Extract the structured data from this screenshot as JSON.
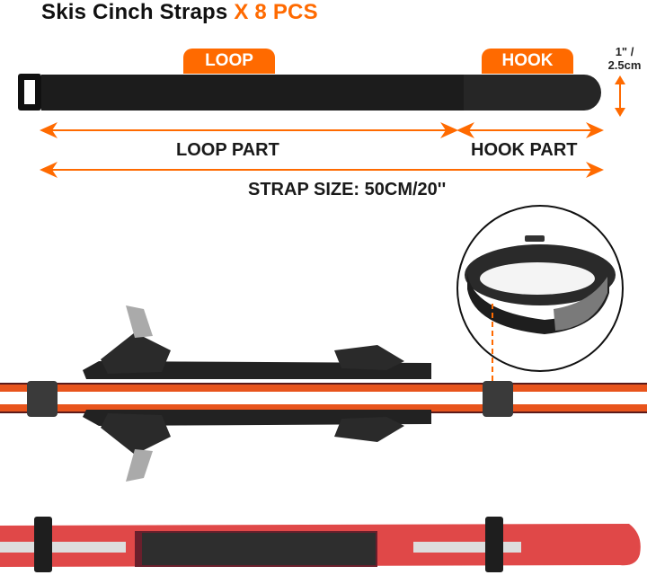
{
  "title": {
    "main": "Skis Cinch Straps",
    "accent": "X 8 PCS"
  },
  "colors": {
    "accent": "#ff6a00",
    "strap": "#1b1b1b",
    "text": "#1a1a1a"
  },
  "strap_diagram": {
    "loop_tag": "LOOP",
    "hook_tag": "HOOK",
    "width_label_line1": "1\" /",
    "width_label_line2": "2.5cm",
    "loop_part_label": "LOOP PART",
    "hook_part_label": "HOOK PART",
    "size_label": "STRAP SIZE: 50CM/20''"
  },
  "images": {
    "strap_closeup": "rolled-strap-closeup",
    "ski_binding_top": "ski-pair-with-bindings-strapped",
    "ski_pair_bottom": "red-ski-pair-strapped"
  }
}
